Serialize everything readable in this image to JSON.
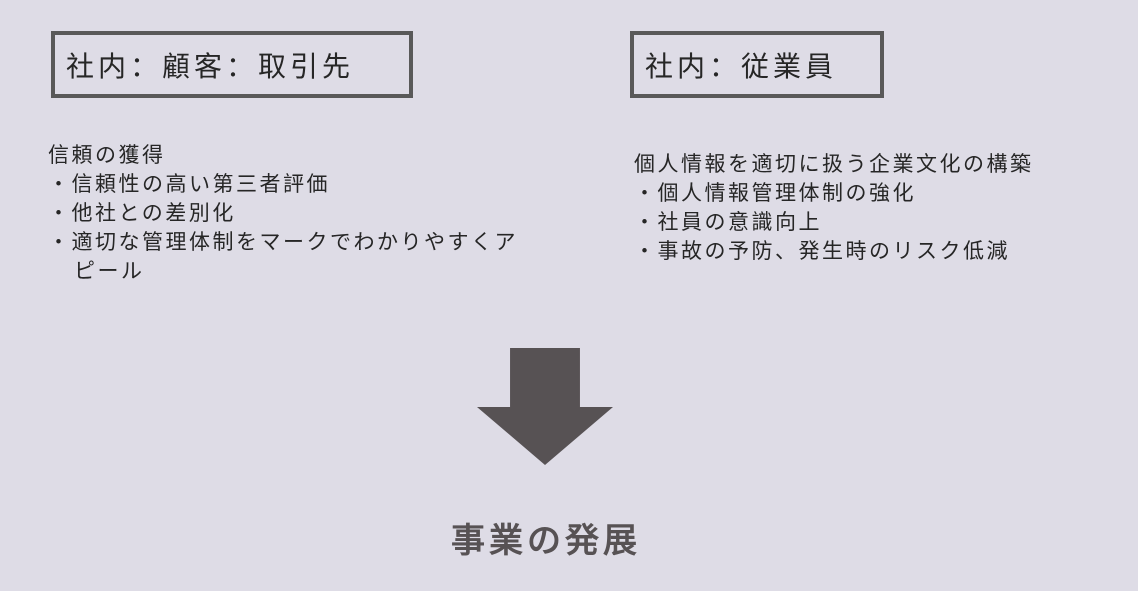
{
  "colors": {
    "background": "#dedce6",
    "box_border": "#595959",
    "text": "#262626",
    "arrow": "#575254",
    "title": "#575254"
  },
  "left_section": {
    "box_label": "社内：顧客：取引先",
    "heading": "信頼の獲得",
    "bullets": [
      "信頼性の高い第三者評価",
      "他社との差別化",
      "適切な管理体制をマークでわかりやすくアピール"
    ]
  },
  "right_section": {
    "box_label": "社内：従業員",
    "heading": "個人情報を適切に扱う企業文化の構築",
    "bullets": [
      "個人情報管理体制の強化",
      "社員の意識向上",
      "事故の予防、発生時のリスク低減"
    ]
  },
  "arrow": {
    "icon": "down-arrow"
  },
  "footer": {
    "title": "事業の発展"
  }
}
